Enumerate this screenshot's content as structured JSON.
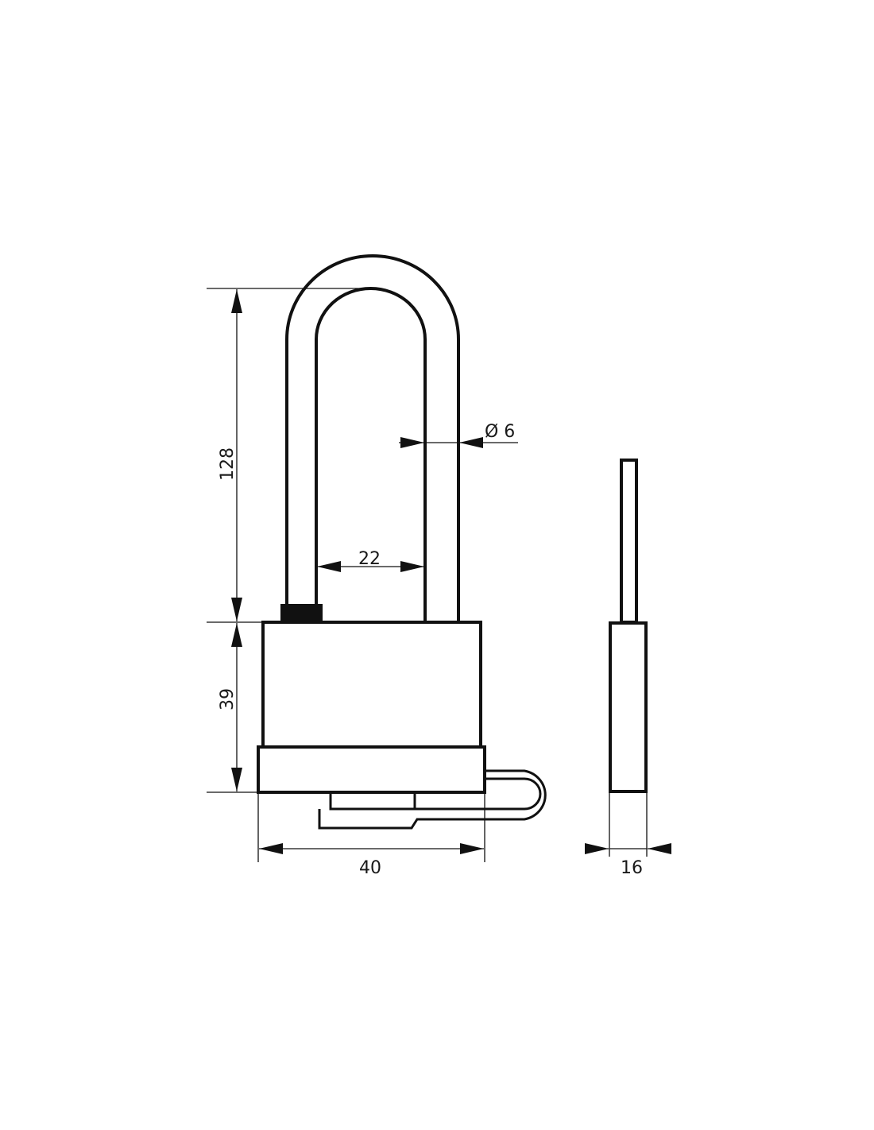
{
  "drawing": {
    "subject": "Long-shackle padlock technical drawing",
    "stroke_color": "#111111",
    "background": "#ffffff",
    "views": [
      "front-view",
      "side-view"
    ]
  },
  "dimensions": {
    "shackle_height": "128",
    "body_height": "39",
    "shackle_inner_width": "22",
    "shackle_diameter": "Ø 6",
    "body_width": "40",
    "body_depth": "16"
  }
}
